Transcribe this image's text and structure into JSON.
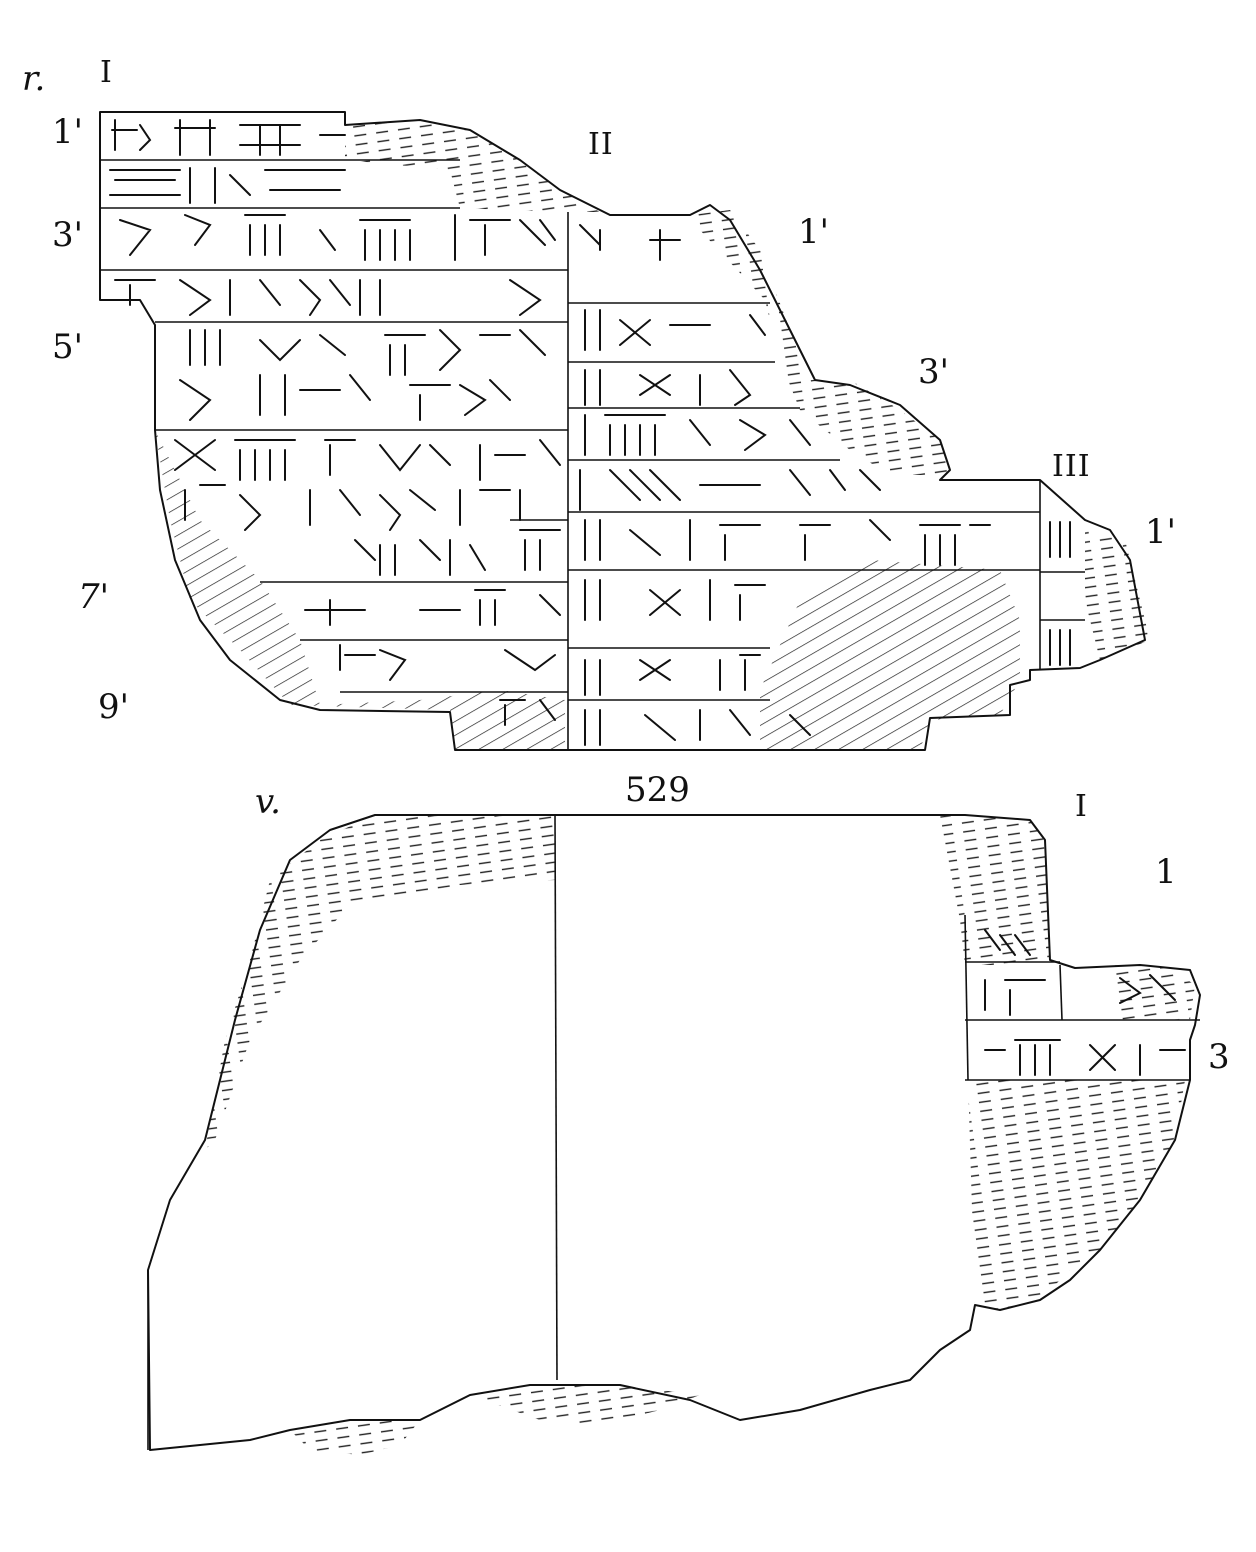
{
  "obverse": {
    "side_label": "r.",
    "columns": [
      {
        "id": "I",
        "label": "I",
        "line_labels": [
          "1'",
          "3'",
          "5'",
          "7'",
          "9'"
        ]
      },
      {
        "id": "II",
        "label": "II",
        "line_labels": [
          "1'",
          "3'"
        ]
      },
      {
        "id": "III",
        "label": "III",
        "line_labels": [
          "1'"
        ]
      }
    ]
  },
  "tablet_number": "529",
  "reverse": {
    "side_label": "v.",
    "columns": [
      {
        "id": "I",
        "label": "I",
        "line_labels": [
          "1",
          "3"
        ]
      }
    ]
  }
}
